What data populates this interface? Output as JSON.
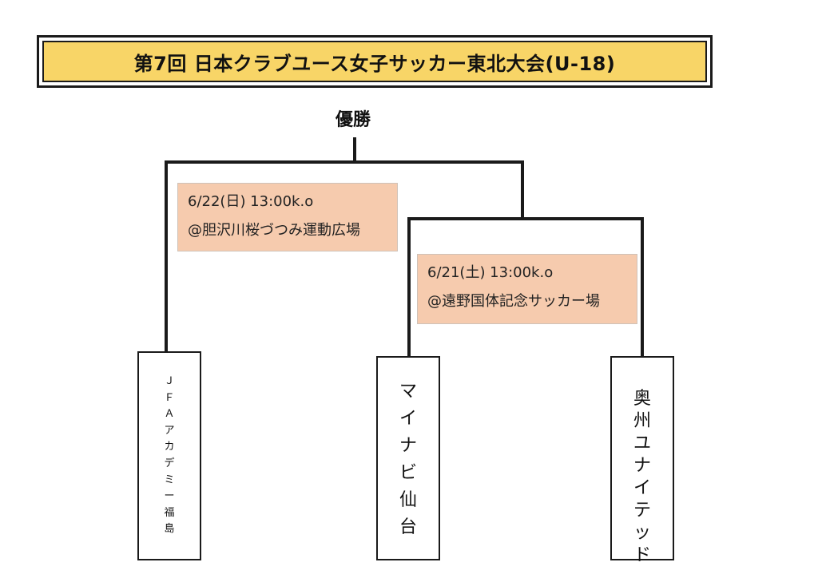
{
  "title": "第7回 日本クラブユース女子サッカー東北大会(U-18)",
  "champion_label": "優勝",
  "final_match": {
    "date_time": "6/22(日) 13:00k.o",
    "venue": "@胆沢川桜づつみ運動広場"
  },
  "semifinal_match": {
    "date_time": "6/21(土) 13:00k.o",
    "venue": "@遠野国体記念サッカー場"
  },
  "teams": [
    {
      "name": "ＪＦＡアカデミー福島"
    },
    {
      "name": "マイナビ仙台"
    },
    {
      "name": "奥州ユナイテッド"
    }
  ],
  "colors": {
    "title_bg": "#f8d567",
    "match_box_bg": "#f6cbae",
    "line": "#1a1a1a"
  }
}
